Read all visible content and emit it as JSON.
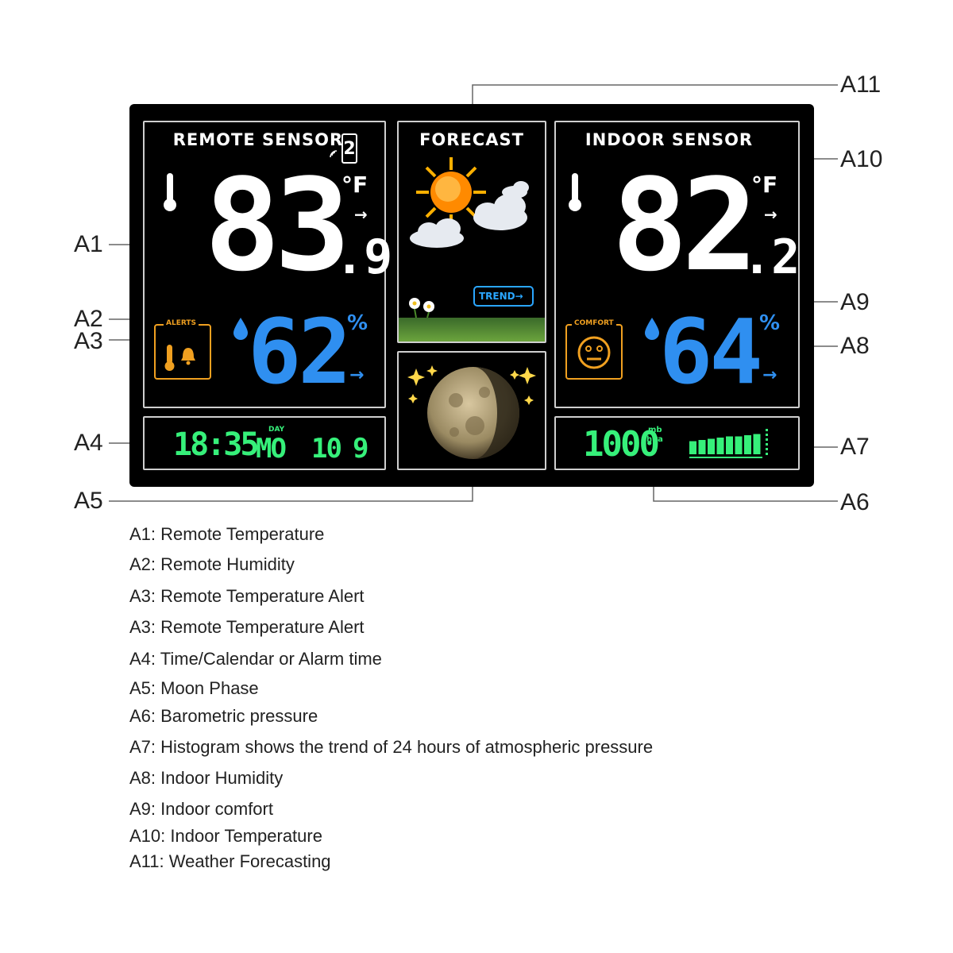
{
  "callouts": [
    "A1",
    "A2",
    "A3",
    "A4",
    "A5",
    "A6",
    "A7",
    "A8",
    "A9",
    "A10",
    "A11"
  ],
  "device": {
    "remote": {
      "title": "REMOTE SENSOR",
      "channel": "2",
      "temp_int": "83",
      "temp_dec": ".9",
      "unit": "°F",
      "humidity": "62",
      "humidity_unit": "%",
      "alerts_label": "ALERTS"
    },
    "forecast": {
      "title": "FORECAST",
      "trend_label": "TREND"
    },
    "indoor": {
      "title": "INDOOR SENSOR",
      "temp_int": "82",
      "temp_dec": ".2",
      "unit": "°F",
      "humidity": "64",
      "humidity_unit": "%",
      "comfort_label": "COMFORT"
    },
    "clock": {
      "time": "18:35",
      "day_label": "DAY",
      "day": "MO",
      "month": "10",
      "date": "9"
    },
    "pressure": {
      "value": "1000",
      "unit_mb": "mb",
      "unit_hpa": "hPa"
    },
    "histogram_levels": [
      0.55,
      0.6,
      0.65,
      0.7,
      0.75,
      0.75,
      0.8,
      0.85
    ]
  },
  "legend": [
    "A1: Remote Temperature",
    "A2: Remote Humidity",
    "A3: Remote Temperature Alert",
    "A3: Remote Temperature Alert",
    "A4: Time/Calendar or Alarm time",
    "A5: Moon Phase",
    "A6: Barometric pressure",
    "A7: Histogram shows the trend of 24 hours of atmospheric pressure",
    "A8: Indoor Humidity",
    "A9: Indoor comfort",
    "A10: Indoor Temperature",
    "A11: Weather Forecasting"
  ],
  "colors": {
    "temperature": "#ffffff",
    "humidity": "#2f8ff0",
    "lcd_green": "#36f07a",
    "alert_orange": "#f0a020",
    "sun": "#ffb000",
    "trend_blue": "#2aa6ff"
  }
}
